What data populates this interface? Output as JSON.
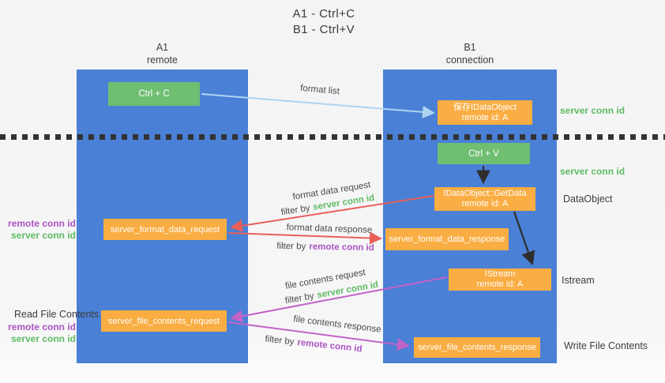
{
  "title": {
    "line1": "A1 - Ctrl+C",
    "line2": "B1 - Ctrl+V"
  },
  "columns": {
    "left": {
      "title": "A1",
      "subtitle": "remote"
    },
    "right": {
      "title": "B1",
      "subtitle": "connection"
    }
  },
  "nodes": {
    "ctrl_c": {
      "label": "Ctrl + C"
    },
    "save_dataobject": {
      "line1": "保存IDataObject",
      "line2": "remote id: A"
    },
    "ctrl_v": {
      "label": "Ctrl + V"
    },
    "getdata": {
      "line1": "IDataObject::GetData",
      "line2": "remote id: A"
    },
    "server_format_data_request": {
      "label": "server_format_data_request"
    },
    "server_format_data_response": {
      "label": "server_format_data_response"
    },
    "istream": {
      "line1": "IStream",
      "line2": "remote id: A"
    },
    "server_file_contents_request": {
      "label": "server_file_contents_request"
    },
    "server_file_contents_response": {
      "label": "server_file_contents_response"
    }
  },
  "arrow_labels": {
    "format_list": "format list",
    "format_data_request": "format data request",
    "format_data_response": "format data response",
    "file_contents_request": "file contents request",
    "file_contents_response": "file contents response",
    "filter_by": "filter by",
    "server_conn_id": "server conn id",
    "remote_conn_id": "remote conn id"
  },
  "side_labels": {
    "right_server_conn_id_1": "server conn id",
    "right_server_conn_id_2": "server conn id",
    "dataobject": "DataObject",
    "istream": "Istream",
    "write_file_contents": "Write File Contents",
    "read_file_contents": "Read File Contents",
    "left_remote_conn_id_1": "remote conn id",
    "left_server_conn_id_1": "server conn id",
    "left_remote_conn_id_2": "remote conn id",
    "left_server_conn_id_2": "server conn id"
  },
  "colors": {
    "column_blue": "#4a80d6",
    "box_green": "#6fbe72",
    "box_orange": "#f9ad42",
    "arrow_lightblue": "#aed4f2",
    "arrow_red": "#e9605a",
    "arrow_magenta": "#c263c8",
    "arrow_black": "#2e2e2e",
    "text_green": "#5fbb63",
    "text_purple": "#ab53c2",
    "text_dark": "#3c3c3c",
    "divider": "#333333"
  }
}
